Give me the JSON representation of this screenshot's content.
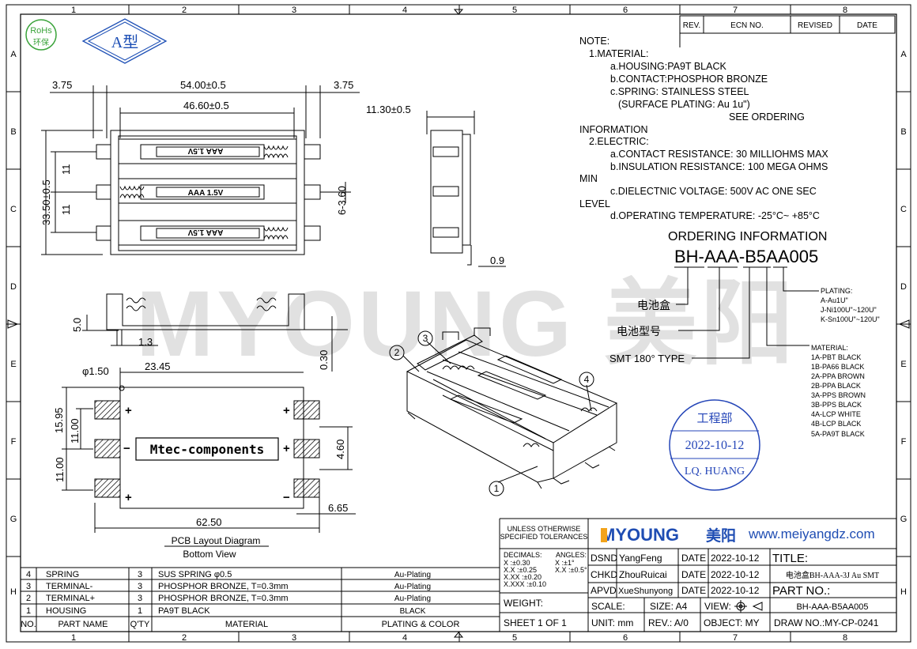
{
  "grid": {
    "cols": [
      "1",
      "2",
      "3",
      "4",
      "5",
      "6",
      "7",
      "8"
    ],
    "rows": [
      "A",
      "B",
      "C",
      "D",
      "E",
      "F",
      "G",
      "H"
    ]
  },
  "badges": {
    "rohs_top": "RoHs",
    "rohs_bottom": "环保",
    "type": "A型"
  },
  "revision": {
    "rev": "REV.",
    "ecn": "ECN NO.",
    "revised": "REVISED",
    "date": "DATE"
  },
  "notes": {
    "title": "NOTE:",
    "material": "1.MATERIAL:",
    "housing": "a.HOUSING:PA9T BLACK",
    "contact": "b.CONTACT:PHOSPHOR BRONZE",
    "spring": "c.SPRING: STAINLESS STEEL",
    "plating": "(SURFACE PLATING: Au 1u\")",
    "see": "SEE ORDERING",
    "information": "INFORMATION",
    "electric": "2.ELECTRIC:",
    "contact_res": "a.CONTACT RESISTANCE: 30 MILLIOHMS MAX",
    "insulation": "b.INSULATION RESISTANCE: 100 MEGA OHMS",
    "min": "MIN",
    "dielectric": "c.DIELECTNIC VOLTAGE: 500V AC ONE SEC",
    "level": "LEVEL",
    "temp": "d.OPERATING TEMPERATURE: -25°C~ +85°C"
  },
  "ordering": {
    "title": "ORDERING INFORMATION",
    "code": "BH-AAA-B5AA005",
    "box": "电池盒",
    "model": "电池型号",
    "smt": "SMT 180° TYPE",
    "plating_title": "PLATING:",
    "plating_opts": [
      "A-Au1U\"",
      "J-Ni100U\"~120U\"",
      "K-Sn100U\"~120U\""
    ],
    "material_title": "MATERIAL:",
    "material_opts": [
      "1A-PBT BLACK",
      "1B-PA66 BLACK",
      "2A-PPA BROWN",
      "2B-PPA BLACK",
      "3A-PPS BROWN",
      "3B-PPS BLACK",
      "4A-LCP WHITE",
      "4B-LCP BLACK",
      "5A-PA9T BLACK"
    ]
  },
  "stamp": {
    "dept": "工程部",
    "date": "2022-10-12",
    "name": "LQ. HUANG"
  },
  "watermark": "MYOUNG 美阳",
  "dims": {
    "d375a": "3.75",
    "d54": "54.00±0.5",
    "d375b": "3.75",
    "d466": "46.60±0.5",
    "d1130": "11.30±0.5",
    "d3350": "33.50±0.5",
    "d11a": "11",
    "d11b": "11",
    "d6360": "6-3.60",
    "d09": "0.9",
    "d50": "5.0",
    "d13": "1.3",
    "d030": "0.30",
    "d150": "φ1.50",
    "d2345": "23.45",
    "d1595": "15.95",
    "d1100": "11.00",
    "d1100b": "11.00",
    "d460": "4.60",
    "d665": "6.65",
    "d6250": "62.50"
  },
  "battery_label": "AAA 1.5V",
  "pcb": {
    "label": "Mtec-components",
    "title": "PCB Layout Diagram",
    "subtitle": "Bottom View"
  },
  "callouts": [
    "1",
    "2",
    "3",
    "4"
  ],
  "bom": {
    "header": {
      "no": "NO.",
      "part": "PART NAME",
      "qty": "Q'TY",
      "material": "MATERIAL",
      "plating": "PLATING & COLOR"
    },
    "rows": [
      {
        "no": "4",
        "part": "SPRING",
        "qty": "3",
        "material": "SUS SPRING φ0.5",
        "plating": "Au-Plating"
      },
      {
        "no": "3",
        "part": "TERMINAL-",
        "qty": "3",
        "material": "PHOSPHOR BRONZE, T=0.3mm",
        "plating": "Au-Plating"
      },
      {
        "no": "2",
        "part": "TERMINAL+",
        "qty": "3",
        "material": "PHOSPHOR BRONZE, T=0.3mm",
        "plating": "Au-Plating"
      },
      {
        "no": "1",
        "part": "HOUSING",
        "qty": "1",
        "material": "PA9T BLACK",
        "plating": "BLACK"
      }
    ]
  },
  "titleblock": {
    "tol_head": "UNLESS OTHERWISE\nSPECIFIED TOLERANCES",
    "decimals": "DECIMALS:",
    "angles": "ANGLES:",
    "tol_x": "X   :±0.30",
    "tol_xx": "X.X  :±0.25",
    "tol_xxx": "X.XX :±0.20",
    "tol_xxxx": "X.XXX :±0.10",
    "ang_x": "X  :±1°",
    "ang_xx": "X.X :±0.5°",
    "weight": "WEIGHT:",
    "sheet": "SHEET 1 OF 1",
    "brand": "MYOUNG",
    "brand_cn": "美阳",
    "website": "www.meiyangdz.com",
    "dsnd": "DSND",
    "dsnd_name": "YangFeng",
    "chkd": "CHKD",
    "chkd_name": "ZhouRuicai",
    "apvd": "APVD",
    "apvd_name": "XueShunyong",
    "date_label": "DATE",
    "date_val": "2022-10-12",
    "title_label": "TITLE:",
    "title_val": "电池盒BH-AAA-3J Au SMT",
    "partno_label": "PART NO.:",
    "partno_val": "BH-AAA-B5AA005",
    "scale": "SCALE:",
    "size": "SIZE: A4",
    "view": "VIEW:",
    "unit": "UNIT: mm",
    "rev": "REV.: A/0",
    "object": "OBJECT: MY",
    "drawno": "DRAW NO.:MY-CP-0241"
  }
}
